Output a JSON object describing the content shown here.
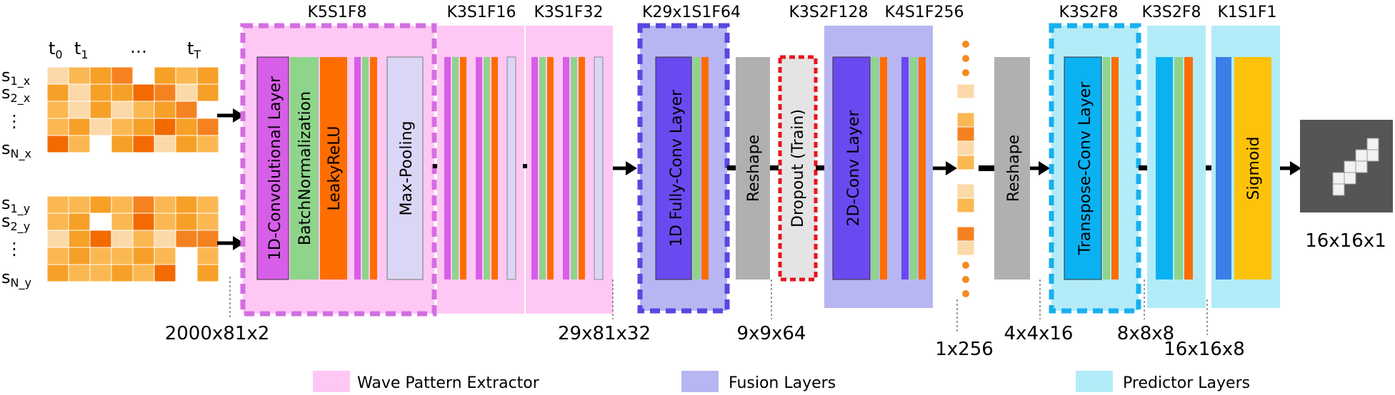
{
  "layer_params": {
    "wave_block": "K5S1F8",
    "wave_a": "K3S1F16",
    "wave_b": "K3S1F32",
    "fc": "K29x1S1F64",
    "conv2d": "K3S2F128",
    "conv2d_b": "K4S1F256",
    "tconv": "K3S2F8",
    "pred_b": "K3S2F8",
    "pred_c": "K1S1F1"
  },
  "layer_labels": {
    "conv1d": "1D-Convolutional Layer",
    "batchnorm": "BatchNormalization",
    "leakyrelu": "LeakyReLU",
    "maxpool": "Max-Pooling",
    "fc": "1D Fully-Conv Layer",
    "reshape1": "Reshape",
    "dropout": "Dropout (Train)",
    "conv2d": "2D-Conv Layer",
    "reshape2": "Reshape",
    "tconv": "Transpose-Conv Layer",
    "sigmoid": "Sigmoid"
  },
  "shapes": {
    "input": "2000x81x2",
    "after_wave": "29x81x32",
    "after_reshape": "9x9x64",
    "vector": "1x256",
    "after_reshape2": "4x4x16",
    "after_tconv": "8x8x8",
    "after_pred": "16x16x8",
    "output": "16x16x1"
  },
  "input_labels": {
    "t0": "t",
    "t0_sub": "0",
    "t1": "t",
    "t1_sub": "1",
    "dots": "…",
    "tT": "t",
    "tT_sub": "T",
    "x1": "s",
    "x1_sub": "1_x",
    "x2": "s",
    "x2_sub": "2_x",
    "xN": "s",
    "xN_sub": "N_x",
    "y1": "s",
    "y1_sub": "1_y",
    "y2": "s",
    "y2_sub": "2_y",
    "yN": "s",
    "yN_sub": "N_y",
    "vdots": "⋮"
  },
  "legend": {
    "wave": "Wave Pattern Extractor",
    "fusion": "Fusion Layers",
    "predictor": "Predictor Layers"
  },
  "colors": {
    "wave_bg": "#ffc8f4",
    "fusion_bg": "#b8b6f2",
    "predictor_bg": "#b3ecf8",
    "conv1d": "#d75ee8",
    "batchnorm": "#8ed48a",
    "leakyrelu": "#ff6d00",
    "maxpool": "#dad6f5",
    "fc": "#6b49f0",
    "reshape": "#b0b0b0",
    "dropout_bg": "#e4e4e4",
    "dropout_border": "#e8141e",
    "tconv": "#0ab2f2",
    "sigmoid_bg": "#ffc20a",
    "sigmoid_blue": "#3a7fe8"
  },
  "input_grid_x": [
    [
      1,
      2,
      3,
      4,
      0,
      3,
      2,
      3
    ],
    [
      3,
      1,
      3,
      3,
      5,
      4,
      1,
      3
    ],
    [
      2,
      1,
      3,
      1,
      2,
      3,
      4,
      0
    ],
    [
      2,
      3,
      1,
      2,
      3,
      5,
      3,
      4
    ],
    [
      5,
      2,
      0,
      3,
      5,
      1,
      3,
      2
    ]
  ],
  "input_grid_y": [
    [
      2,
      2,
      3,
      2,
      4,
      2,
      3,
      2
    ],
    [
      2,
      3,
      0,
      2,
      5,
      2,
      3,
      2
    ],
    [
      1,
      3,
      5,
      1,
      2,
      1,
      4,
      4
    ],
    [
      2,
      3,
      2,
      2,
      3,
      2,
      0,
      2
    ],
    [
      3,
      2,
      2,
      3,
      2,
      5,
      0,
      3
    ]
  ],
  "vector_cells": [
    1,
    0,
    2,
    3,
    1,
    2,
    0,
    1,
    2,
    0,
    3,
    1
  ],
  "output_pixels": [
    [
      4,
      1
    ],
    [
      3,
      2
    ],
    [
      4,
      2
    ],
    [
      2,
      3
    ],
    [
      3,
      3
    ],
    [
      1,
      4
    ],
    [
      2,
      4
    ],
    [
      1,
      5
    ]
  ]
}
